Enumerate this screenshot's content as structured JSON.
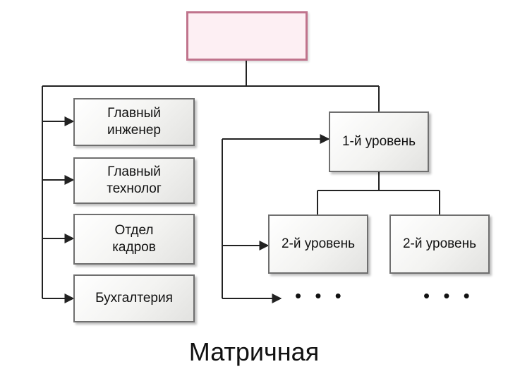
{
  "diagram": {
    "top_box_label": "",
    "functional_units": [
      {
        "line1": "Главный",
        "line2": "инженер"
      },
      {
        "line1": "Главный",
        "line2": "технолог"
      },
      {
        "line1": "Отдел",
        "line2": "кадров"
      },
      {
        "line1": "Бухгалтерия",
        "line2": ""
      }
    ],
    "level1_label": "1-й уровень",
    "level2_labels": [
      "2-й уровень",
      "2-й уровень"
    ],
    "ellipsis": "• • •",
    "caption": "Матричная"
  },
  "colors": {
    "top_box_border": "#c0738c",
    "top_box_fill": "#fdeff3",
    "box_border": "#6f6f6f",
    "connector": "#222222"
  }
}
